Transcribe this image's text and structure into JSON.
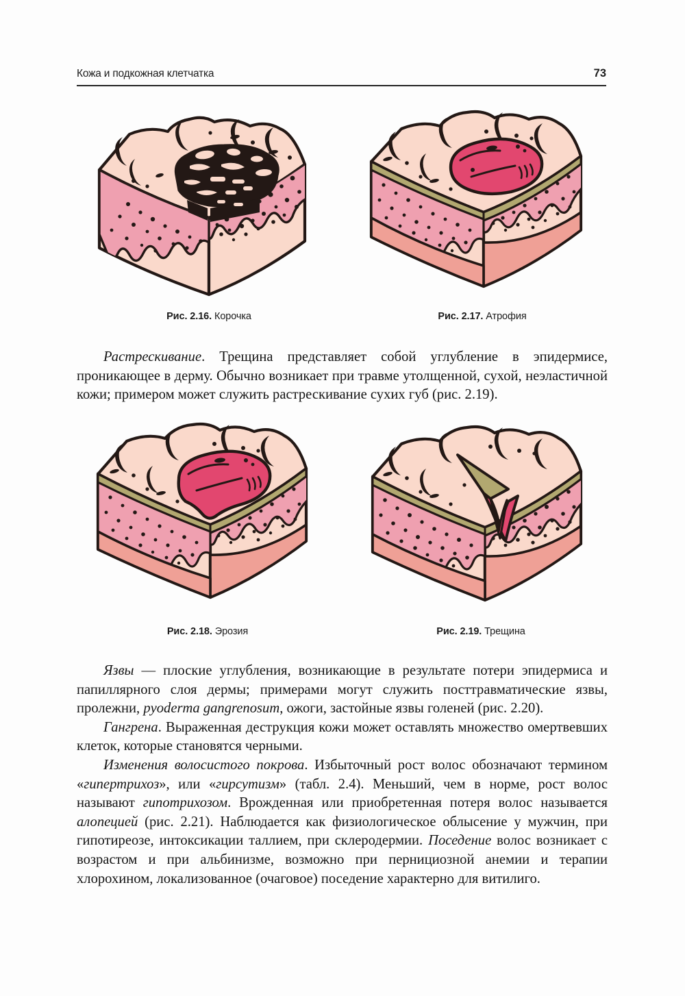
{
  "header": {
    "title": "Кожа и подкожная клетчатка",
    "page_number": "73"
  },
  "figures": [
    {
      "id": "fig-2-16",
      "number": "Рис. 2.16.",
      "name": "Корочка",
      "semantic": "crust-skin-block-diagram"
    },
    {
      "id": "fig-2-17",
      "number": "Рис. 2.17.",
      "name": "Атрофия",
      "semantic": "atrophy-skin-block-diagram"
    },
    {
      "id": "fig-2-18",
      "number": "Рис. 2.18.",
      "name": "Эрозия",
      "semantic": "erosion-skin-block-diagram"
    },
    {
      "id": "fig-2-19",
      "number": "Рис. 2.19.",
      "name": "Трещина",
      "semantic": "fissure-skin-block-diagram"
    }
  ],
  "paragraphs": {
    "fissuring": {
      "lead": "Растрескивание",
      "rest": ". Трещина представляет собой углубление в эпидермисе, проникающее в дерму. Обычно возникает при травме утолщенной, сухой, неэластичной кожи; примером может служить растрескивание сухих губ (рис. 2.19)."
    },
    "ulcers": {
      "lead": "Язвы",
      "part1": " — плоские углубления, возникающие в результате потери эпидермиса и папиллярного слоя дермы; примерами могут служить посттравматические язвы, пролежни, ",
      "latin": "pyoderma gangrenosum",
      "part2": ", ожоги, застойные язвы голеней (рис. 2.20)."
    },
    "gangrene": {
      "lead": "Гангрена",
      "rest": ". Выраженная деструкция кожи может оставлять множество омертвевших клеток, которые становятся черными."
    },
    "hair_changes": {
      "lead": "Изменения волосистого покрова",
      "part1": ". Избыточный рост волос обозначают термином «",
      "term1": "гипертрихоз",
      "part2": "», или «",
      "term2": "гирсутизм",
      "part3": "» (табл. 2.4). Меньший, чем в норме, рост волос называют ",
      "term3": "гипотрихозом",
      "part4": ". Врожденная или приобретенная потеря волос называется ",
      "term4": "алопецией",
      "part5": " (рис. 2.21). Наблюдается как физиологическое облысение у мужчин, при гипотиреозе, интоксикации таллием, при склеродермии. ",
      "term5": "Поседение",
      "part6": " волос возникает с возрастом и при альбинизме, возможно при пернициозной анемии и терапии хлорохином, локализованное (очаговое) поседение характерно для витилиго."
    }
  },
  "palette": {
    "outline": "#231815",
    "epidermis": "#FAD9CB",
    "epidermis_shade": "#F6CDBB",
    "basal_line": "#B2A870",
    "papillary_dermis": "#EFA0B0",
    "papillary_dermis_light": "#F3B4C0",
    "deep_dermis": "#F7D2C6",
    "subcutis": "#EFA096",
    "lesion": "#E2476F",
    "lesion_dark": "#C9315A",
    "crust": "#231815",
    "fissure_red": "#E2476F"
  }
}
